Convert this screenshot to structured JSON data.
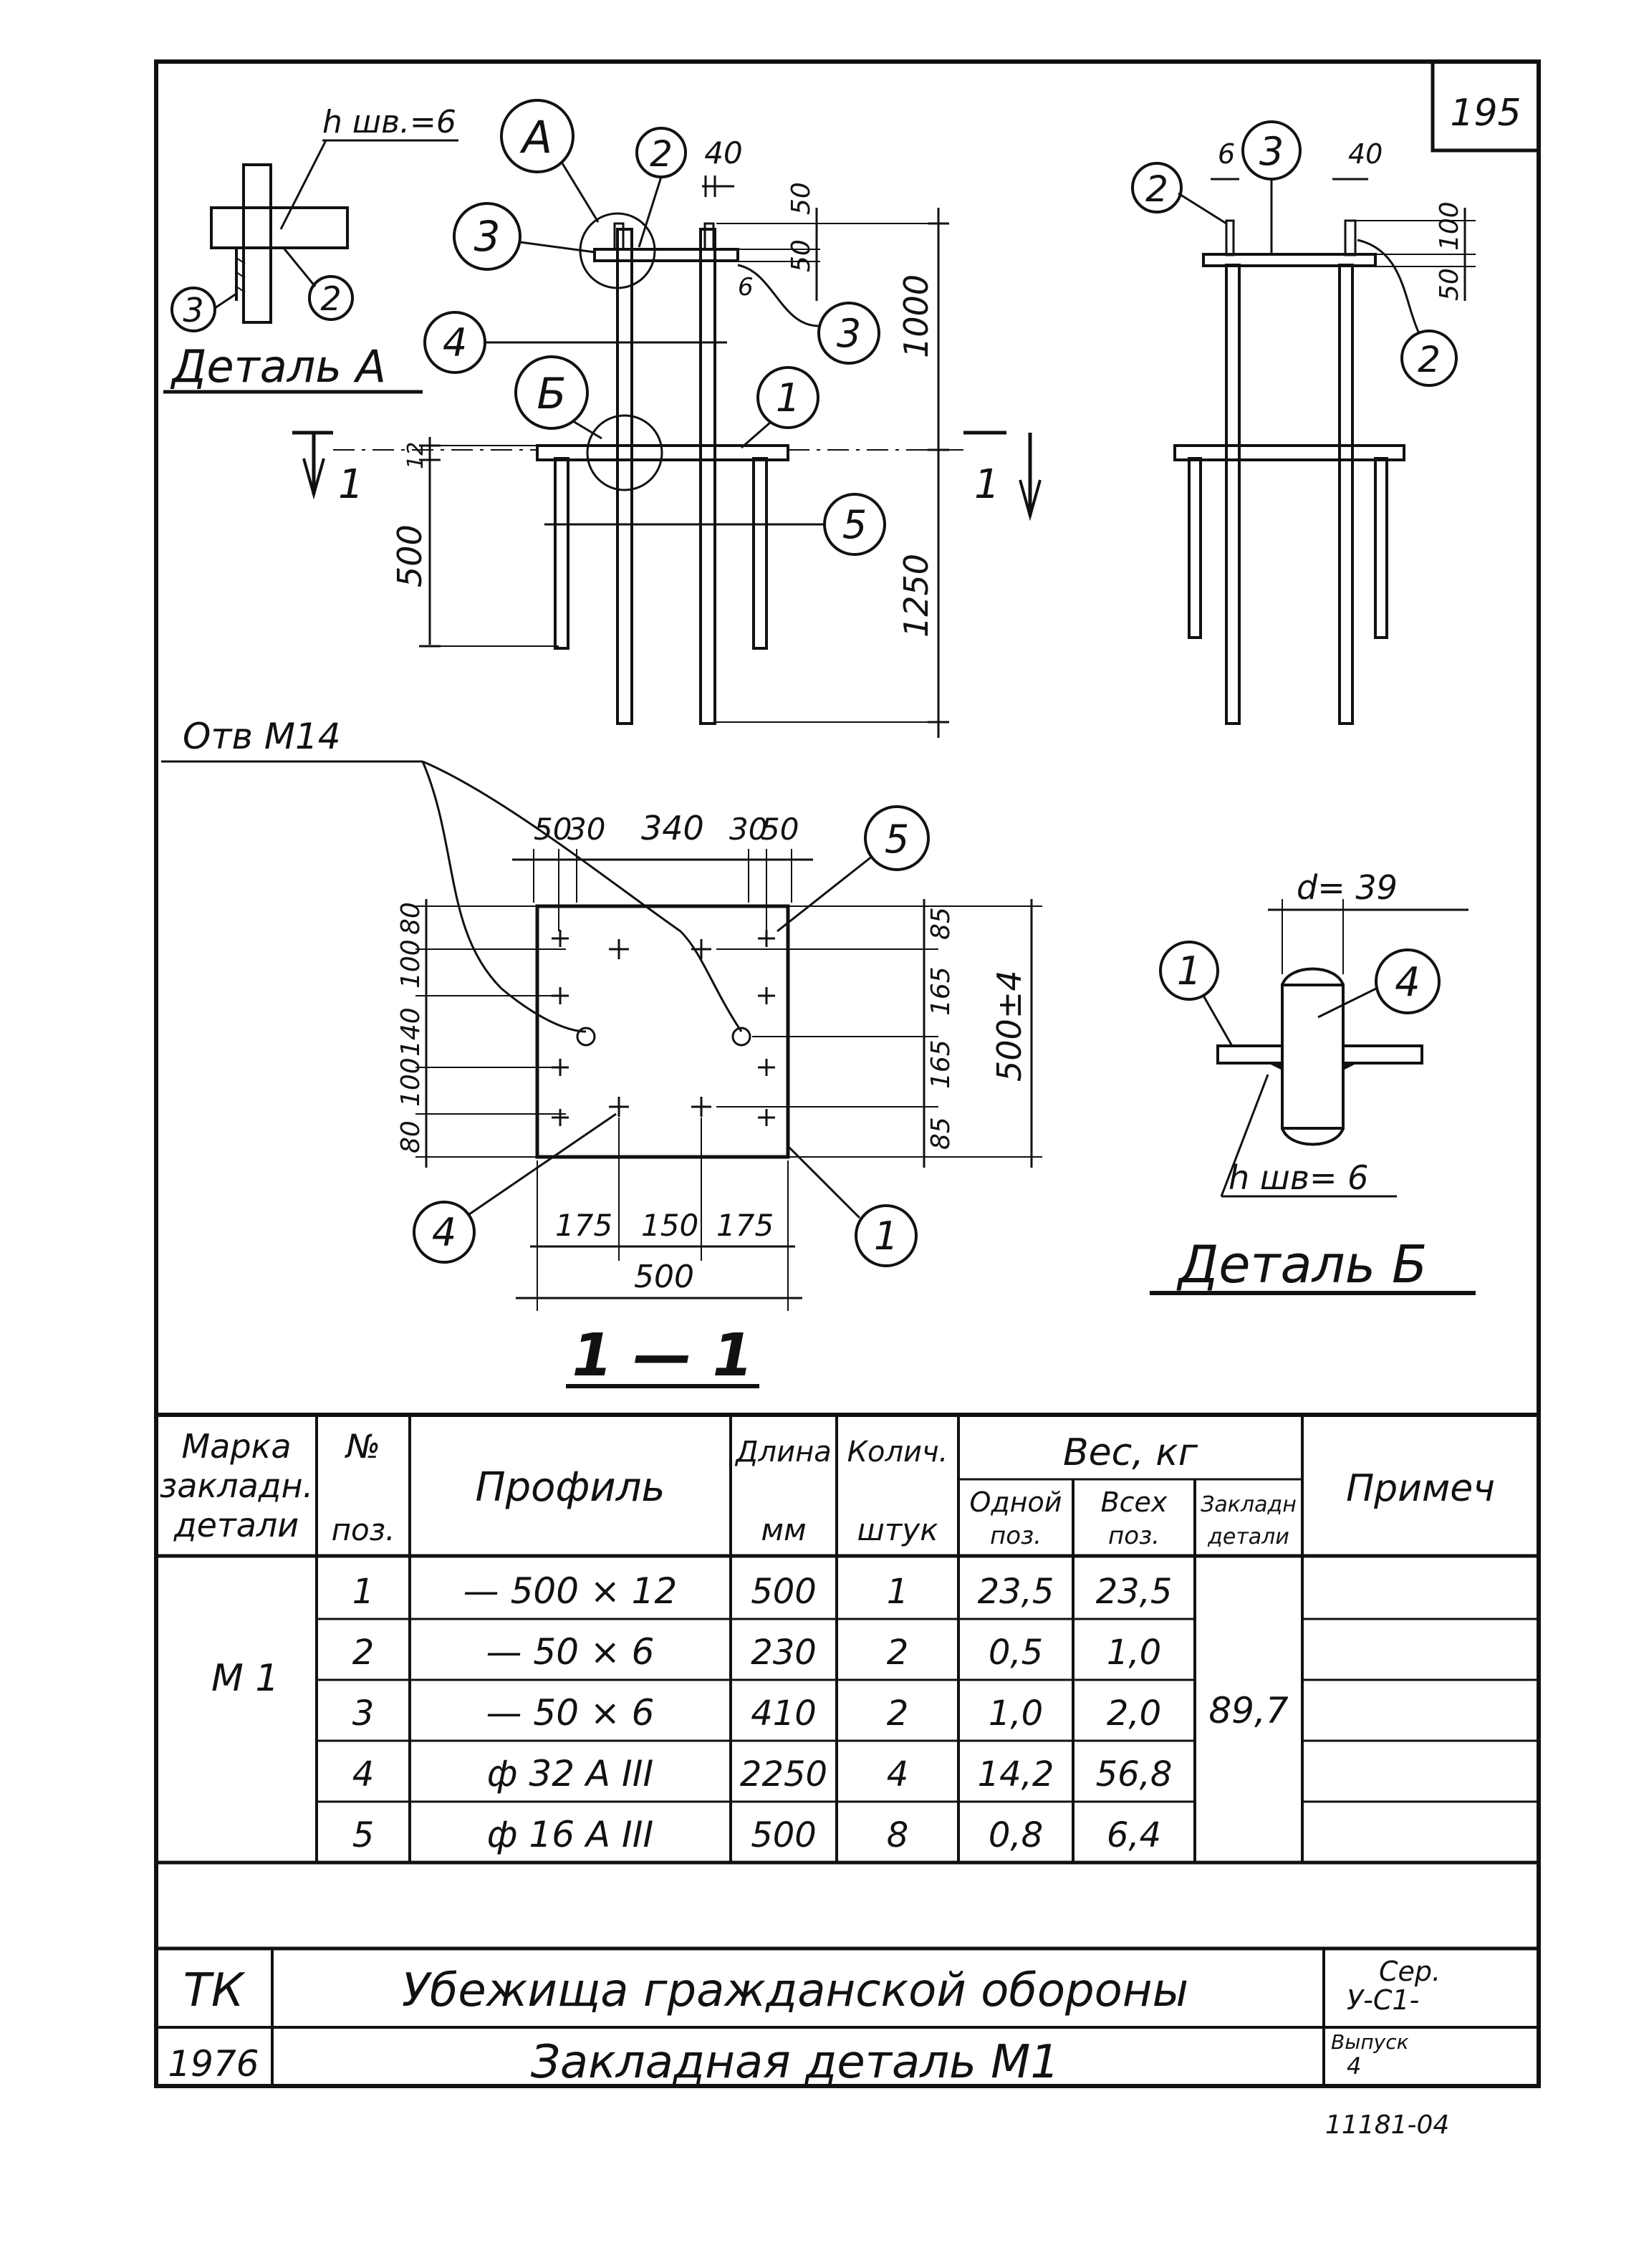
{
  "sheet_number": "195",
  "detail_a": {
    "title": "Деталь А",
    "weld_label": "h шв.=6",
    "positions": [
      "3",
      "2"
    ]
  },
  "elevation": {
    "bubbles": {
      "A": "А",
      "B": "Б",
      "p1": "1",
      "p2": "2",
      "p3": "3",
      "p3b": "3",
      "p4": "4",
      "p5": "5"
    },
    "dims": {
      "d40": "40",
      "d50a": "50",
      "d50b": "50",
      "d6": "6",
      "d1000": "1000",
      "d12": "12",
      "d500": "500",
      "d1250": "1250"
    },
    "cut_left": "1",
    "cut_right": "1"
  },
  "side_view": {
    "bubbles": {
      "p2a": "2",
      "p3": "3",
      "p2b": "2"
    },
    "dims": {
      "d6": "6",
      "d40": "40",
      "d100": "100",
      "d50": "50"
    }
  },
  "section": {
    "title": "1 — 1",
    "hole_label": "Отв  М14",
    "top_dims": [
      "50",
      "30",
      "340",
      "30",
      "50"
    ],
    "left_dims": [
      "80",
      "100",
      "140",
      "100",
      "80"
    ],
    "right_dims": [
      "85",
      "165",
      "165",
      "85"
    ],
    "overall_right": "500±4",
    "bottom_dims": [
      "175",
      "150",
      "175"
    ],
    "bottom_total": "500",
    "bubbles": {
      "p4": "4",
      "p5": "5",
      "p1": "1"
    }
  },
  "detail_b": {
    "title": "Деталь Б",
    "diameter": "d= 39",
    "weld_label": "h шв= 6",
    "bubbles": {
      "p1": "1",
      "p4": "4"
    }
  },
  "table": {
    "headers": {
      "mark": [
        "Марка",
        "закладн.",
        "детали"
      ],
      "pos": [
        "№",
        "поз."
      ],
      "profile": "Профиль",
      "length": [
        "Длина",
        "мм"
      ],
      "qty": [
        "Колич.",
        "штук"
      ],
      "weight": "Вес, кг",
      "w_one": [
        "Одной",
        "поз."
      ],
      "w_all": [
        "Всех",
        "поз."
      ],
      "w_part": [
        "Закладн",
        "детали"
      ],
      "note": "Примеч"
    },
    "mark": "М 1",
    "part_weight": "89,7",
    "rows": [
      {
        "pos": "1",
        "profile": "— 500 × 12",
        "length": "500",
        "qty": "1",
        "w_one": "23,5",
        "w_all": "23,5"
      },
      {
        "pos": "2",
        "profile": "— 50 × 6",
        "length": "230",
        "qty": "2",
        "w_one": "0,5",
        "w_all": "1,0"
      },
      {
        "pos": "3",
        "profile": "— 50 × 6",
        "length": "410",
        "qty": "2",
        "w_one": "1,0",
        "w_all": "2,0"
      },
      {
        "pos": "4",
        "profile": "ф 32 А III",
        "length": "2250",
        "qty": "4",
        "w_one": "14,2",
        "w_all": "56,8"
      },
      {
        "pos": "5",
        "profile": "ф 16 А III",
        "length": "500",
        "qty": "8",
        "w_one": "0,8",
        "w_all": "6,4"
      }
    ]
  },
  "title_block": {
    "org": "ТК",
    "year": "1976",
    "title": "Убежища гражданской обороны",
    "subtitle": "Закладная деталь М1",
    "series_label": "Сер.",
    "series_value": "У-С1-",
    "issue_label": "Выпуск",
    "issue_value": "4"
  },
  "footer_code": "11181-04"
}
